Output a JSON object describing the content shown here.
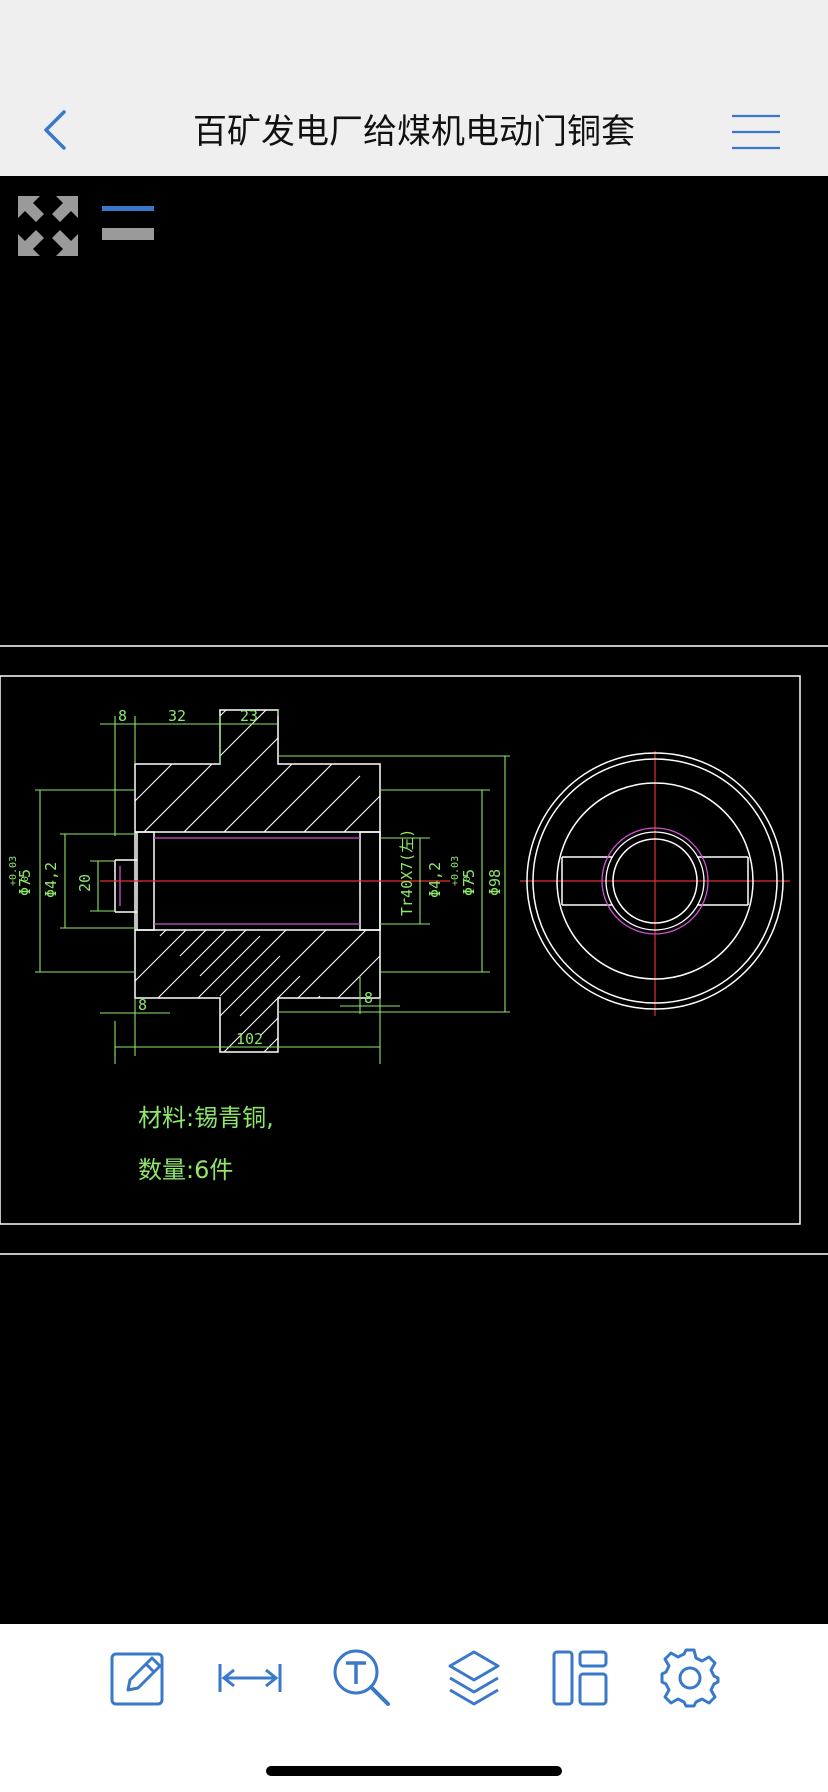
{
  "header": {
    "title": "百矿发电厂给煤机电动门铜套",
    "back_icon": "chevron-left-icon",
    "menu_icon": "hamburger-menu-icon"
  },
  "viewer": {
    "expand_icon": "expand-arrows-icon",
    "layers_icon": "layer-toggle-icon",
    "dimensions": {
      "top": [
        "8",
        "32",
        "23"
      ],
      "bottom_left": "8",
      "bottom_right": "8",
      "overall": "102",
      "left_1": "Φ75",
      "left_1_tol_upper": "+0.03",
      "left_1_tol_lower": "0",
      "left_2": "Φ4,2",
      "left_3": "20",
      "right_thread": "Tr40X7(左)",
      "right_2": "Φ4,2",
      "right_3": "Φ75",
      "right_3_tol_upper": "+0.03",
      "right_3_tol_lower": "0",
      "right_4": "Φ98"
    },
    "notes": {
      "material": "材料:锡青铜,",
      "quantity": "数量:6件"
    }
  },
  "toolbar": {
    "items": [
      {
        "icon": "edit-pencil-icon"
      },
      {
        "icon": "measure-arrow-icon"
      },
      {
        "icon": "text-search-icon"
      },
      {
        "icon": "layers-icon"
      },
      {
        "icon": "layout-panels-icon"
      },
      {
        "icon": "settings-gear-icon"
      }
    ]
  },
  "colors": {
    "accent": "#3a78c9",
    "dimension": "#8ee66a",
    "outline": "#ffffff",
    "centerline": "#e03030",
    "inner": "#d050d0"
  }
}
